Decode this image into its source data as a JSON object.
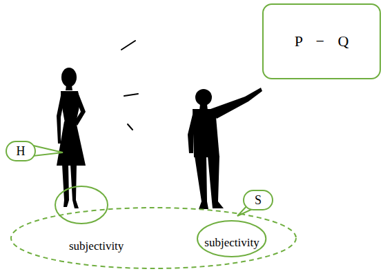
{
  "diagram": {
    "nodes": [
      {
        "text": [
          "P − Q"
        ]
      },
      {
        "text": [
          "H"
        ]
      },
      {
        "text": [
          "S"
        ]
      },
      {
        "text": [
          "subjectivity"
        ]
      },
      {
        "text": [
          "subjectivity"
        ],
        "in": 3
      }
    ]
  }
}
